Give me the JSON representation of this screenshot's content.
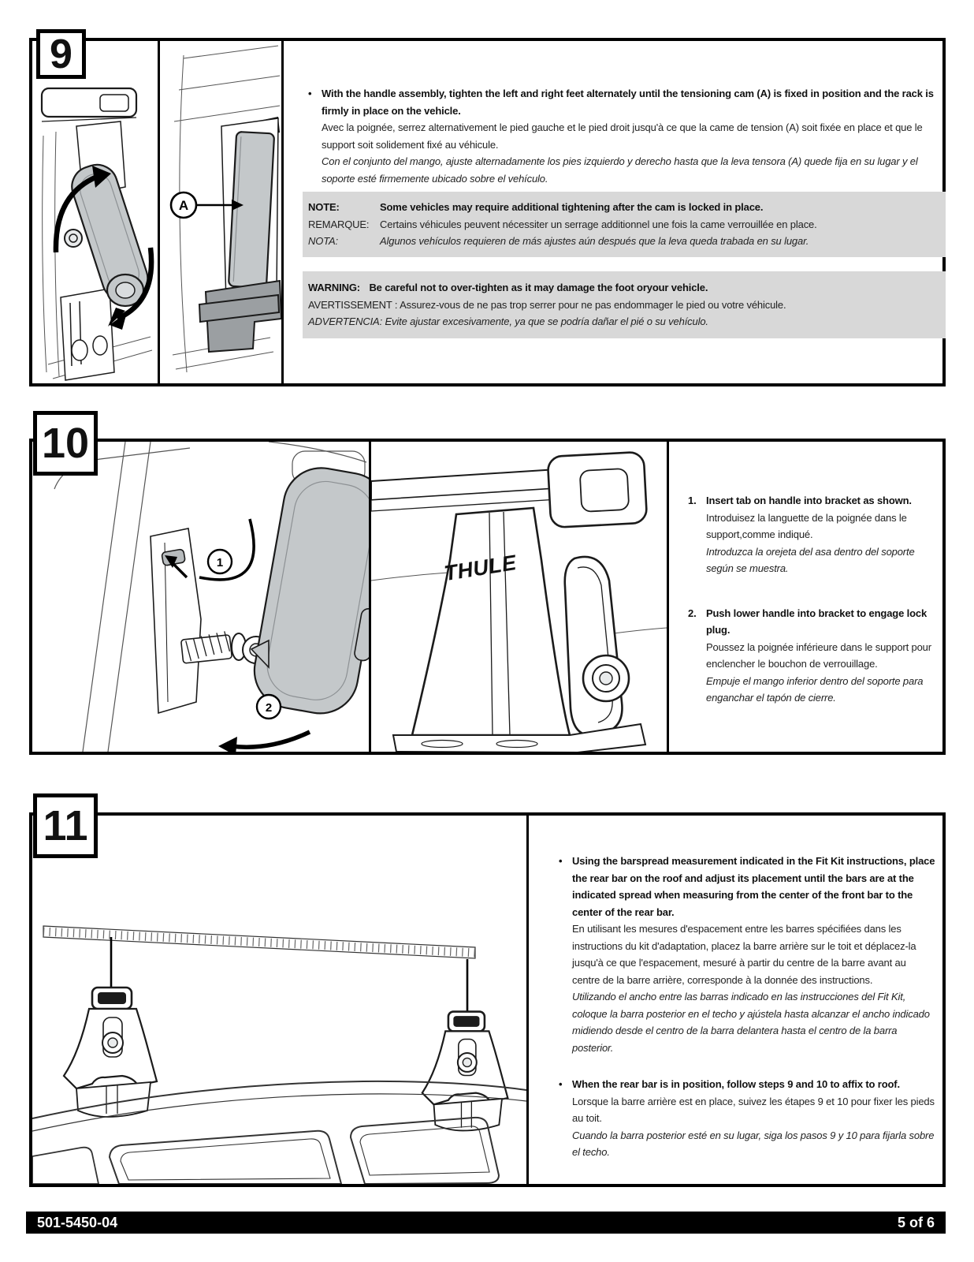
{
  "footer": {
    "part_number": "501-5450-04",
    "page_indicator": "5 of 6"
  },
  "glyphs": {
    "bullet": "•"
  },
  "step9": {
    "number": "9",
    "callout_a": "A",
    "instruction": {
      "en": "With the handle assembly, tighten the left and right feet alternately until the tensioning cam (A) is fixed in position and the rack is firmly in place on the vehicle.",
      "fr": "Avec la poignée, serrez alternativement le pied gauche et le pied droit jusqu'à ce que la came de tension (A) soit fixée en place et que le support soit solidement fixé au véhicule.",
      "es": "Con el conjunto del mango, ajuste alternadamente los pies izquierdo y derecho hasta que la leva tensora (A) quede fija en su lugar y el soporte esté firmemente ubicado sobre el vehículo."
    },
    "note": {
      "rows": [
        {
          "label": "NOTE:",
          "text": "Some vehicles may require additional tightening after the cam is locked in place."
        },
        {
          "label": "REMARQUE:",
          "text": "Certains véhicules peuvent nécessiter un serrage additionnel une fois la came verrouillée en place."
        },
        {
          "label": "NOTA:",
          "text": "Algunos vehículos requieren de más ajustes aún después que la leva queda trabada en su lugar."
        }
      ]
    },
    "warning": {
      "rows": [
        {
          "label": "WARNING:",
          "text": "Be careful not to over-tighten as it may damage the foot oryour vehicle."
        },
        {
          "label": "AVERTISSEMENT :",
          "text": "Assurez-vous de ne pas trop serrer pour ne pas endommager le pied ou votre véhicule."
        },
        {
          "label": "ADVERTENCIA:",
          "text": "Evite ajustar excesivamente, ya que se podría dañar el pié o su vehículo."
        }
      ]
    }
  },
  "step10": {
    "number": "10",
    "callout_1": "1",
    "callout_2": "2",
    "logo": "THULE",
    "items": [
      {
        "num": "1.",
        "en": "Insert tab on handle into bracket as shown.",
        "fr": "Introduisez la languette de la poignée dans le support,comme indiqué.",
        "es": "Introduzca la orejeta del asa dentro del soporte según se muestra."
      },
      {
        "num": "2.",
        "en": "Push lower handle into bracket to engage lock plug.",
        "fr": "Poussez la poignée inférieure dans le support pour enclencher le bouchon de verrouillage.",
        "es": "Empuje el mango inferior dentro del soporte para enganchar el tapón de cierre."
      }
    ]
  },
  "step11": {
    "number": "11",
    "bullets": [
      {
        "en": "Using the barspread measurement indicated in the Fit Kit instructions, place the rear bar on the roof and adjust its placement until the bars are at the indicated spread when measuring from the center of the front bar to the center of the rear bar.",
        "fr": "En utilisant les mesures d'espacement entre les barres spécifiées dans les instructions du kit d'adaptation, placez la barre arrière sur le toit et déplacez-la jusqu'à ce que l'espacement, mesuré à partir du centre de la barre avant au centre de la barre arrière, corresponde à la donnée des instructions.",
        "es": "Utilizando el ancho entre las barras indicado en las instrucciones del Fit Kit, coloque la barra posterior en el techo y ajústela hasta alcanzar el ancho indicado midiendo desde el centro de la barra delantera hasta el centro de la barra posterior."
      },
      {
        "en": "When the rear bar is in position, follow steps 9 and 10 to affix to roof.",
        "fr": "Lorsque la barre arrière est en place, suivez les étapes 9 et 10 pour fixer les pieds au toit.",
        "es": "Cuando la barra posterior esté en su lugar, siga los pasos 9 y 10 para fijarla sobre el techo."
      }
    ]
  }
}
